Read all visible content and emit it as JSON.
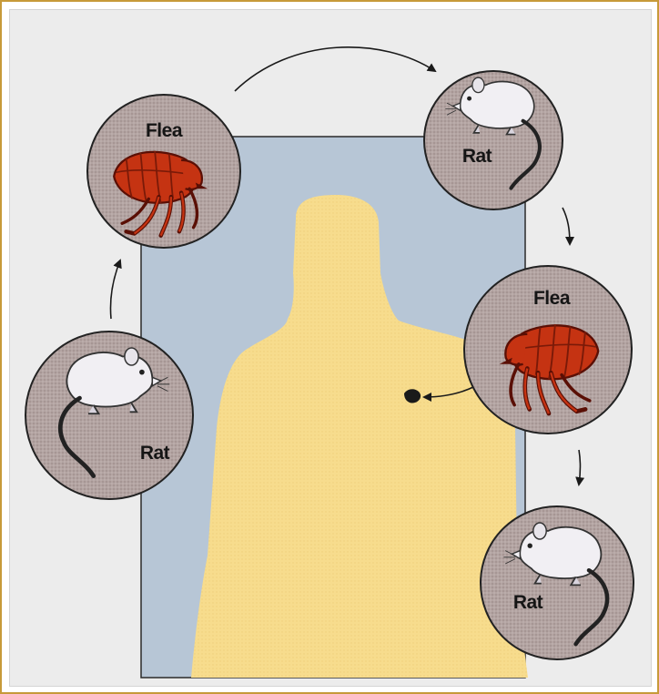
{
  "diagram": {
    "nodes": [
      {
        "id": "flea-top-left",
        "label": "Flea",
        "kind": "flea"
      },
      {
        "id": "rat-top-right",
        "label": "Rat",
        "kind": "rat"
      },
      {
        "id": "flea-right",
        "label": "Flea",
        "kind": "flea"
      },
      {
        "id": "rat-bottom-right",
        "label": "Rat",
        "kind": "rat"
      },
      {
        "id": "rat-left",
        "label": "Rat",
        "kind": "rat"
      }
    ],
    "flow": [
      [
        "flea-top-left",
        "rat-top-right"
      ],
      [
        "rat-top-right",
        "flea-right"
      ],
      [
        "flea-right",
        "human-bite"
      ],
      [
        "flea-right",
        "rat-bottom-right"
      ],
      [
        "rat-left",
        "flea-top-left"
      ]
    ]
  },
  "colors": {
    "circle_fill": "#b3a4a2",
    "background_panel": "#b7c6d6",
    "human_silhouette": "#f7dc8d",
    "flea": "#c53312",
    "rat": "#f1eff3",
    "frame_border": "#c79a3a"
  }
}
